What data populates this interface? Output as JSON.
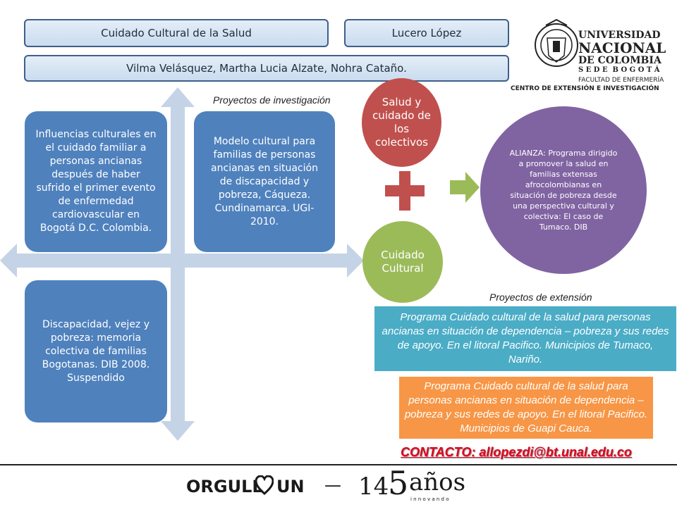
{
  "header": {
    "course": "Cuidado Cultural de la Salud",
    "author": "Lucero López",
    "coauthors": "Vilma Velásquez, Martha Lucia Alzate, Nohra Cataño."
  },
  "logo": {
    "line1": "UNIVERSIDAD",
    "line2": "NACIONAL",
    "line3": "DE COLOMBIA",
    "line4": "S E D E  B O G O T Á",
    "line5": "FACULTAD DE ENFERMERÍA",
    "line6": "CENTRO DE EXTENSIÓN E INVESTIGACIÓN"
  },
  "captions": {
    "research": "Proyectos de investigación",
    "extension": "Proyectos de extensión"
  },
  "quadrants": {
    "top_left": "Influencias culturales en el cuidado familiar a personas ancianas después de haber sufrido el primer evento de enfermedad cardiovascular en Bogotá D.C. Colombia.",
    "top_right": "Modelo cultural para familias de personas ancianas en situación de discapacidad y pobreza, Cáqueza. Cundinamarca. UGI-2010.",
    "bottom_left": "Discapacidad, vejez y pobreza: memoria colectiva de familias Bogotanas. DIB 2008. Suspendido"
  },
  "circles": {
    "red": "Salud y cuidado de los colectivos",
    "green": "Cuidado Cultural",
    "purple": "ALIANZA: Programa dirigido  a promover la salud en familias extensas afrocolombianas en situación de pobreza desde una perspectiva cultural y colectiva: El caso de Tumaco. DIB"
  },
  "programs": {
    "teal": "Programa Cuidado cultural de la salud para personas ancianas en situación de dependencia – pobreza y sus redes de apoyo. En el litoral Pacifico. Municipios de Tumaco, Nariño.",
    "orange": "Programa Cuidado cultural de la salud para personas ancianas en situación de dependencia – pobreza y sus redes de apoyo. En el litoral Pacifico. Municipios de Guapi Cauca."
  },
  "contact": "CONTACTO: allopezdi@bt.unal.edu.co",
  "footer": {
    "slogan_a": "ORGULL",
    "slogan_b": "UN",
    "dash": "—",
    "number_a": "14",
    "number_b": "5",
    "anos": "años",
    "innovando": "i n n o v a n d o"
  },
  "colors": {
    "blue": "#4f81bd",
    "red": "#c0504d",
    "green": "#9bbb59",
    "purple": "#8064a2",
    "teal": "#4bacc6",
    "orange": "#f79646"
  }
}
